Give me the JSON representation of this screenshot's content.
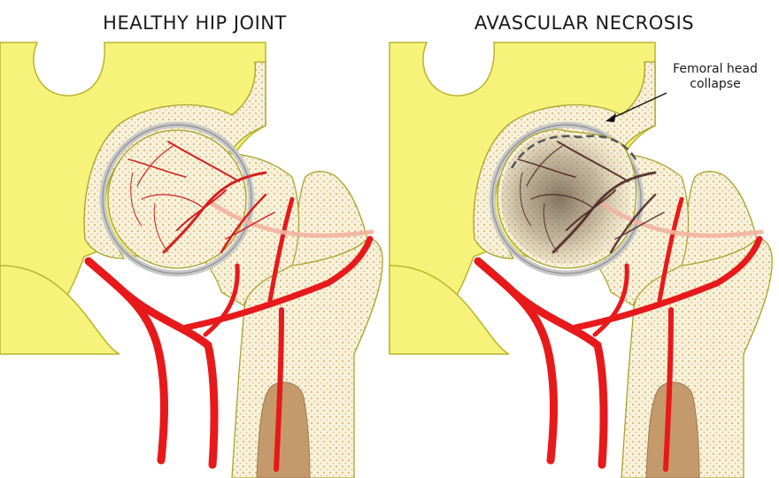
{
  "titles": {
    "left": "HEALTHY HIP JOINT",
    "right": "AVASCULAR NECROSIS"
  },
  "annotation": {
    "line1": "Femoral head",
    "line2": "collapse"
  },
  "colors": {
    "pelvis": "#f6f27a",
    "pelvis_outline": "#b8b52a",
    "bone": "#f8f2dc",
    "bone_dots": "#d8b978",
    "marrow": "#c49a6c",
    "artery": "#e8191b",
    "vessel_pale": "#f2b3a0",
    "cartilage": "#9a9a9a",
    "necrosis": "#9c8a72"
  }
}
